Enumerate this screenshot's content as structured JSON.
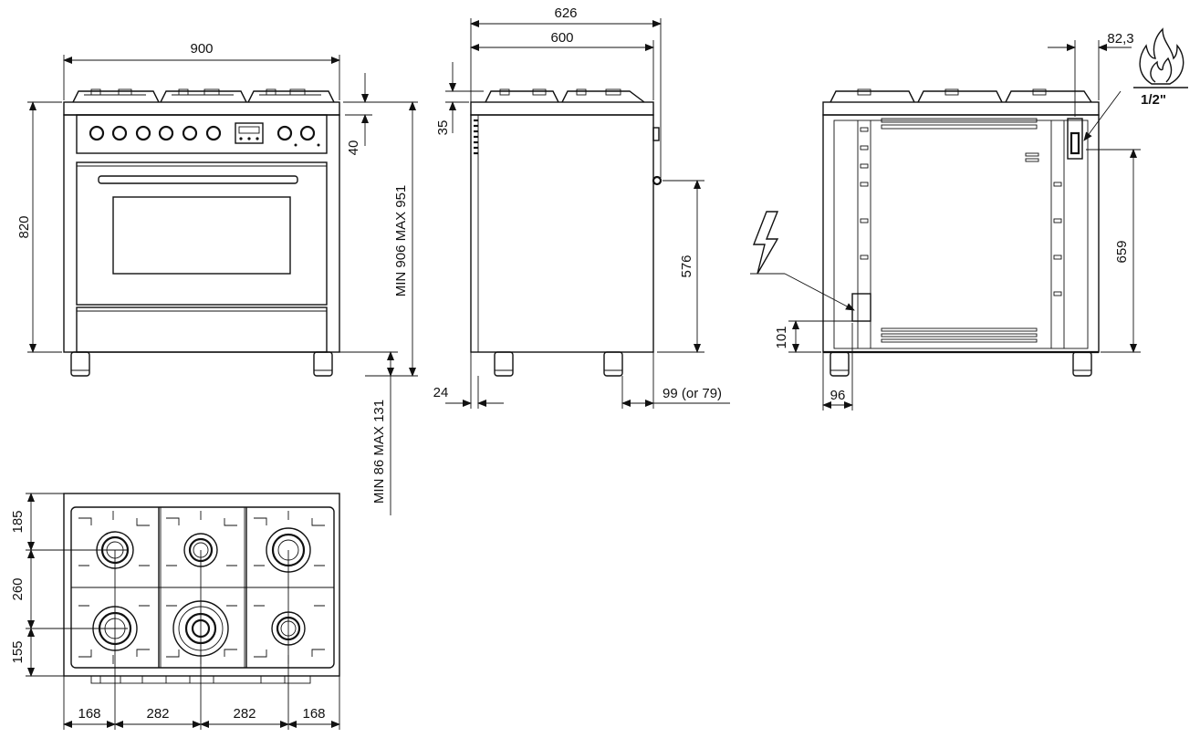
{
  "front_view": {
    "width": "900",
    "height": "820",
    "top_offset": "40",
    "height_range": "MIN  906  MAX 951",
    "foot_range": "MIN  86  MAX 131"
  },
  "side_view": {
    "total_depth": "626",
    "body_depth": "600",
    "top_thickness": "35",
    "connection_height": "576",
    "front_foot_offset": "24",
    "rear_foot_offset": "99  (or 79)"
  },
  "rear_view": {
    "gas_offset": "82,3",
    "gas_thread": "1/2\"",
    "gas_height": "659",
    "electric_height": "101",
    "electric_offset": "96",
    "icons": [
      "flame-icon",
      "lightning-bolt-icon"
    ]
  },
  "top_view": {
    "row_front": "185",
    "row_spacing": "260",
    "row_rear": "155",
    "col_left": "168",
    "col_mid_1": "282",
    "col_mid_2": "282",
    "col_right": "168"
  }
}
